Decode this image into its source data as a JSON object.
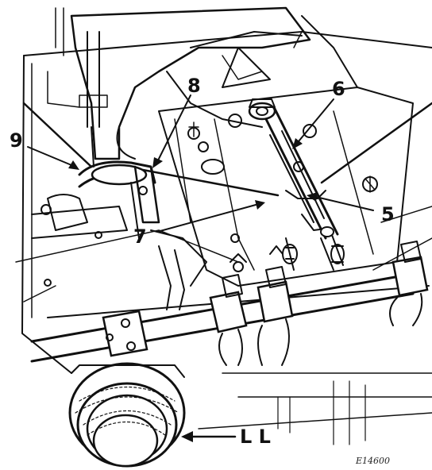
{
  "figure": {
    "callouts": {
      "c9": "9",
      "c8": "8",
      "c6": "6",
      "c5": "5",
      "c7": "7",
      "cLL": "L L"
    },
    "figure_code": "E14600"
  }
}
